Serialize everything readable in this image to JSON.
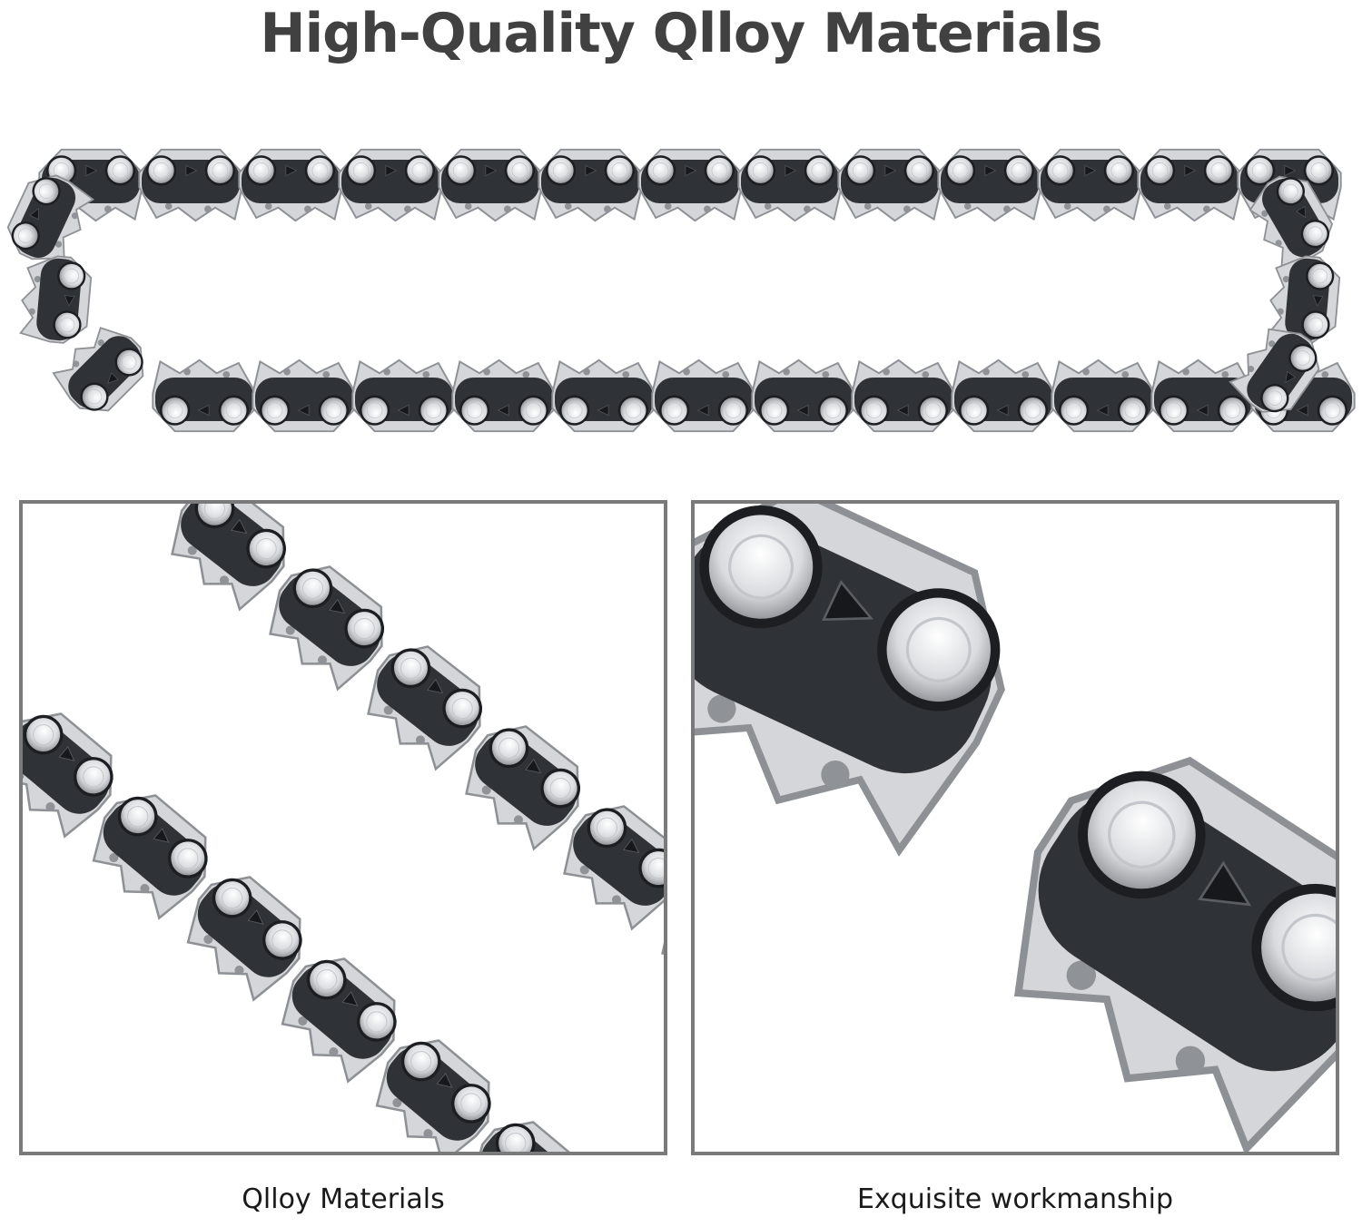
{
  "headline": "High-Quality Qlloy Materials",
  "captions": {
    "left": "Qlloy Materials",
    "right": "Exquisite workmanship"
  },
  "colors": {
    "headline": "#414141",
    "panel_border": "#7a7a7a",
    "chain_dark": "#2f3236",
    "chain_steel": "#d4d6d9",
    "rivet": "#e8e9eb"
  },
  "icons": {
    "hero": "saw-chain-loop-illustration",
    "left_panel": "chain-segments-closeup-illustration",
    "right_panel": "chain-link-macro-illustration"
  }
}
